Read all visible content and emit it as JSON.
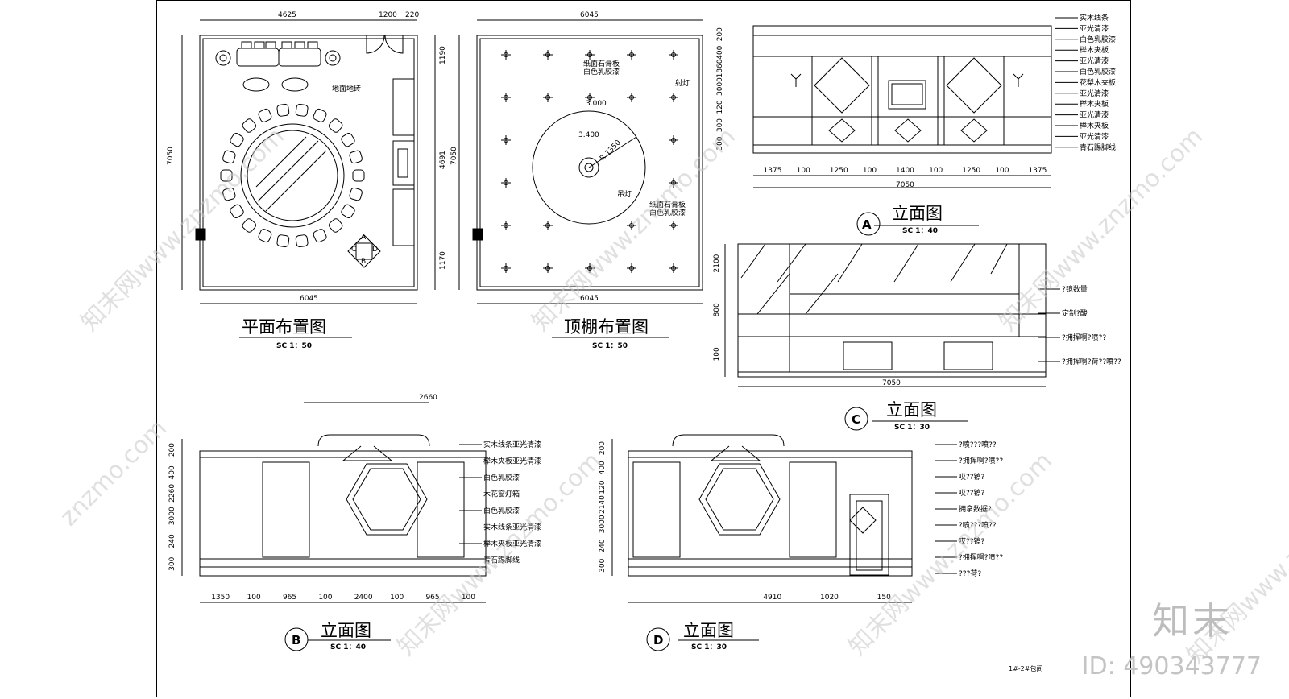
{
  "plan": {
    "title": "平面布置图",
    "scale": "SC 1：50",
    "floor_note": "地面地砖",
    "dims": {
      "top1": "4625",
      "top2": "1200",
      "top3": "220",
      "bottom": "6045",
      "left": "7050",
      "right1": "1190",
      "right2": "4691",
      "right3": "1170"
    },
    "symbol_letters": [
      "A",
      "B",
      "C",
      "D"
    ]
  },
  "ceiling": {
    "title": "顶棚布置图",
    "scale": "SC 1：50",
    "dims": {
      "top": "6045",
      "bottom": "6045",
      "left": "7050"
    },
    "notes": {
      "paper1": "纸面石膏板",
      "paint1": "白色乳胶漆",
      "spot": "射灯",
      "h1": "3.000",
      "h2": "3.400",
      "radius": "R 1350",
      "pendant": "吊灯",
      "paper2": "纸面石膏板",
      "paint2": "白色乳胶漆"
    }
  },
  "elevA": {
    "letter": "A",
    "title": "立面图",
    "scale": "SC 1：40",
    "dims_bottom": [
      "1375",
      "100",
      "1250",
      "100",
      "1400",
      "100",
      "1250",
      "100",
      "1375"
    ],
    "total": "7050",
    "left_dims": [
      "200",
      "400",
      "1860",
      "3000",
      "120",
      "300",
      "300"
    ],
    "notes": [
      "实木线条",
      "亚光清漆",
      "白色乳胶漆",
      "榉木夹板",
      "亚光清漆",
      "白色乳胶漆",
      "花梨木夹板",
      "亚光清漆",
      "榉木夹板",
      "亚光清漆",
      "榉木夹板",
      "亚光清漆",
      "青石踢脚线"
    ]
  },
  "elevC": {
    "letter": "C",
    "title": "立面图",
    "scale": "SC 1：30",
    "total": "7050",
    "left_dims": [
      "2100",
      "800",
      "100"
    ],
    "notes": [
      "?镜数量",
      "定制?酸",
      "?拥挥啊?喷??",
      "?拥挥啊?荷??喷??"
    ]
  },
  "elevB": {
    "letter": "B",
    "title": "立面图",
    "scale": "SC 1：40",
    "top_dim": "2660",
    "dims_bottom": [
      "1350",
      "100",
      "965",
      "100",
      "2400",
      "100",
      "965",
      "100"
    ],
    "left_dims": [
      "200",
      "400",
      "2260",
      "3000",
      "240",
      "300"
    ],
    "notes": [
      "实木线条亚光清漆",
      "榉木夹板亚光清漆",
      "白色乳胶漆",
      "木花窗灯箱",
      "白色乳胶漆",
      "实木线条亚光清漆",
      "榉木夹板亚光清漆",
      "青石踢脚线"
    ]
  },
  "elevD": {
    "letter": "D",
    "title": "立面图",
    "scale": "SC 1：30",
    "dims_bottom": [
      "4910",
      "1020",
      "150"
    ],
    "left_dims": [
      "200",
      "400",
      "120",
      "2140",
      "3000",
      "240",
      "300"
    ],
    "notes": [
      "?喷???喷??",
      "?拥挥啊?喷??",
      "哎??镲?",
      "哎??镲?",
      "拥拿数据?",
      "?喷???喷??",
      "哎??镲?",
      "?拥挥啊?喷??",
      "???荷?"
    ]
  },
  "sheet_note": "1#-2#包间",
  "brand": "知末",
  "image_id": "ID: 490343777",
  "watermarks": [
    "知末网www.znzmo.com",
    "znzmo.com"
  ]
}
